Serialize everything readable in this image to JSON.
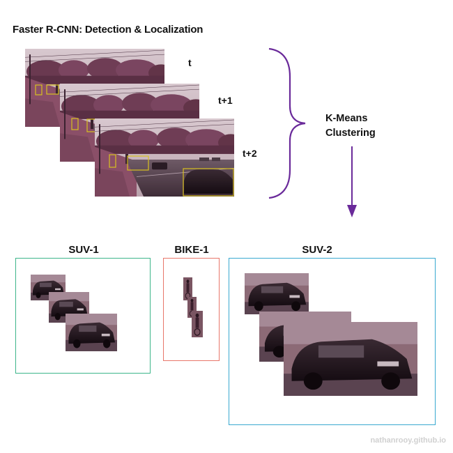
{
  "title": "Faster R-CNN: Detection & Localization",
  "frames": [
    {
      "label": "t"
    },
    {
      "label": "t+1"
    },
    {
      "label": "t+2"
    }
  ],
  "kmeans": {
    "line1": "K-Means",
    "line2": "Clustering"
  },
  "clusters": [
    {
      "label": "SUV-1",
      "color": "#3cb58a"
    },
    {
      "label": "BIKE-1",
      "color": "#e8766a"
    },
    {
      "label": "SUV-2",
      "color": "#38a9d0"
    }
  ],
  "colors": {
    "bracket": "#6a2a9a",
    "bbox": "#d8c020",
    "photo_sky": "#c9b5bd",
    "photo_ground": "#6a3a4a"
  },
  "watermark": "nathanrooy.github.io"
}
